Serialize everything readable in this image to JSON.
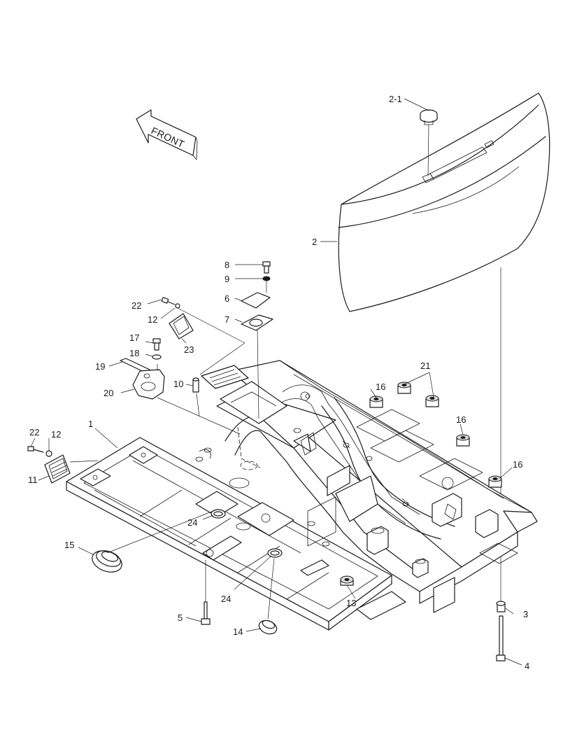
{
  "front_label": "FRONT",
  "callouts": {
    "c1": "1",
    "c2": "2",
    "c2_1": "2-1",
    "c3": "3",
    "c4": "4",
    "c5": "5",
    "c6": "6",
    "c7": "7",
    "c8": "8",
    "c9": "9",
    "c10": "10",
    "c11": "11",
    "c12a": "12",
    "c12b": "12",
    "c13": "13",
    "c14": "14",
    "c15": "15",
    "c16a": "16",
    "c16b": "16",
    "c16c": "16",
    "c17": "17",
    "c18": "18",
    "c19": "19",
    "c20": "20",
    "c21": "21",
    "c22a": "22",
    "c22b": "22",
    "c23": "23",
    "c24a": "24",
    "c24b": "24"
  }
}
